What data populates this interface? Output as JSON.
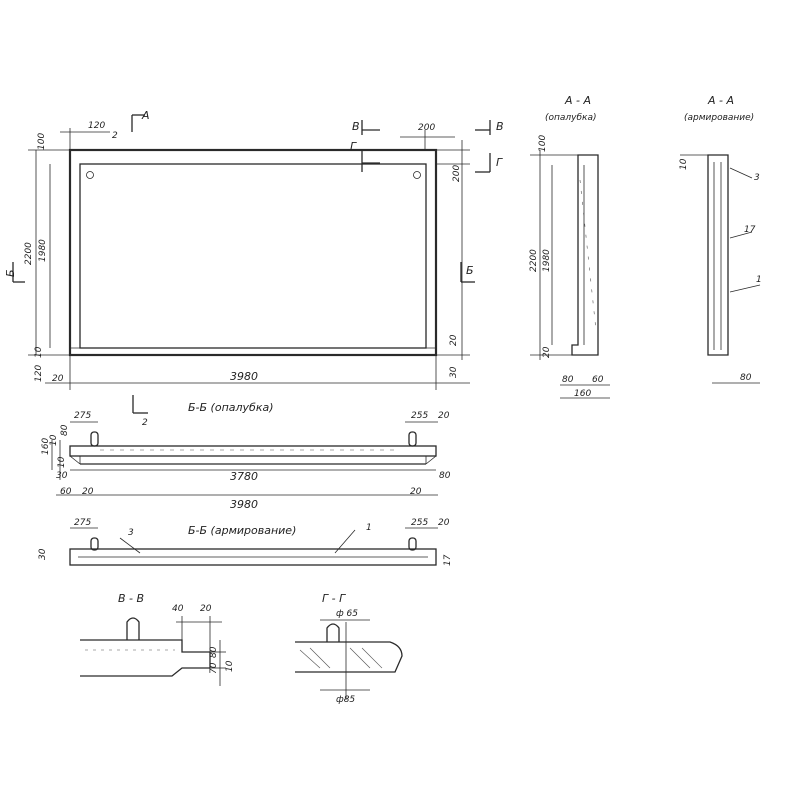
{
  "plan": {
    "dims": {
      "overall_length": "3980",
      "height": "2200",
      "inner_height": "1980",
      "edge_120": "120",
      "edge_200": "200",
      "edge_100": "100",
      "edge_20": "20",
      "bot_120": "120",
      "bot_30": "30",
      "edge_10": "10",
      "bot_20": "20",
      "hole_200": "200"
    },
    "cut_a": "А",
    "cut_b": "Б",
    "cut_v": "В",
    "cut_g": "Г",
    "callout_2": "2",
    "dim_10": "10"
  },
  "section_bb_formwork": {
    "title": "Б-Б (опалубка)",
    "dims": {
      "d275": "275",
      "d255": "255",
      "d20a": "20",
      "d160": "160",
      "d80": "80",
      "d10": "10",
      "d30": "30",
      "d3780": "3780",
      "d80b": "80",
      "d10b": "10",
      "d60": "60",
      "d20b": "20",
      "d3980": "3980",
      "d20c": "20"
    },
    "callout_2": "2"
  },
  "section_bb_reinf": {
    "title": "Б-Б (армирование)",
    "dims": {
      "d275": "275",
      "d255": "255",
      "d20": "20",
      "d30": "30",
      "d17": "17"
    },
    "callout_3": "3",
    "callout_1": "1"
  },
  "section_aa_formwork": {
    "title": "А - А",
    "subtitle": "(опалубка)",
    "dims": {
      "d100": "100",
      "d2200": "2200",
      "d1980": "1980",
      "d80": "80",
      "d60": "60",
      "d160": "160",
      "d20": "20"
    }
  },
  "section_aa_reinf": {
    "title": "А - А",
    "subtitle": "(армирование)",
    "dims": {
      "d10": "10",
      "d80": "80"
    },
    "callout_3": "3",
    "callout_17": "17",
    "callout_1": "1"
  },
  "detail_vv": {
    "title": "В - В",
    "dims": {
      "d40": "40",
      "d20": "20",
      "d80": "80",
      "d70": "70",
      "d10": "10"
    }
  },
  "detail_gg": {
    "title": "Г - Г",
    "dims": {
      "phi65": "ф 65",
      "phi85": "ф85"
    }
  }
}
